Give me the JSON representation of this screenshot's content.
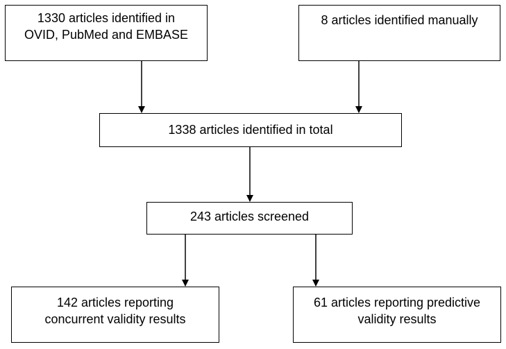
{
  "nodes": {
    "source_db": {
      "lines": [
        "1330 articles identified in",
        "OVID, PubMed and EMBASE"
      ]
    },
    "source_manual": {
      "lines": [
        "8 articles identified manually"
      ]
    },
    "total": {
      "lines": [
        "1338 articles identified in total"
      ]
    },
    "screened": {
      "lines": [
        "243 articles screened"
      ]
    },
    "concurrent": {
      "lines": [
        "142 articles reporting",
        "concurrent validity results"
      ]
    },
    "predictive": {
      "lines": [
        "61 articles reporting predictive",
        "validity results"
      ]
    }
  },
  "edges": [
    {
      "from": "source_db",
      "to": "total"
    },
    {
      "from": "source_manual",
      "to": "total"
    },
    {
      "from": "total",
      "to": "screened"
    },
    {
      "from": "screened",
      "to": "concurrent"
    },
    {
      "from": "screened",
      "to": "predictive"
    }
  ]
}
